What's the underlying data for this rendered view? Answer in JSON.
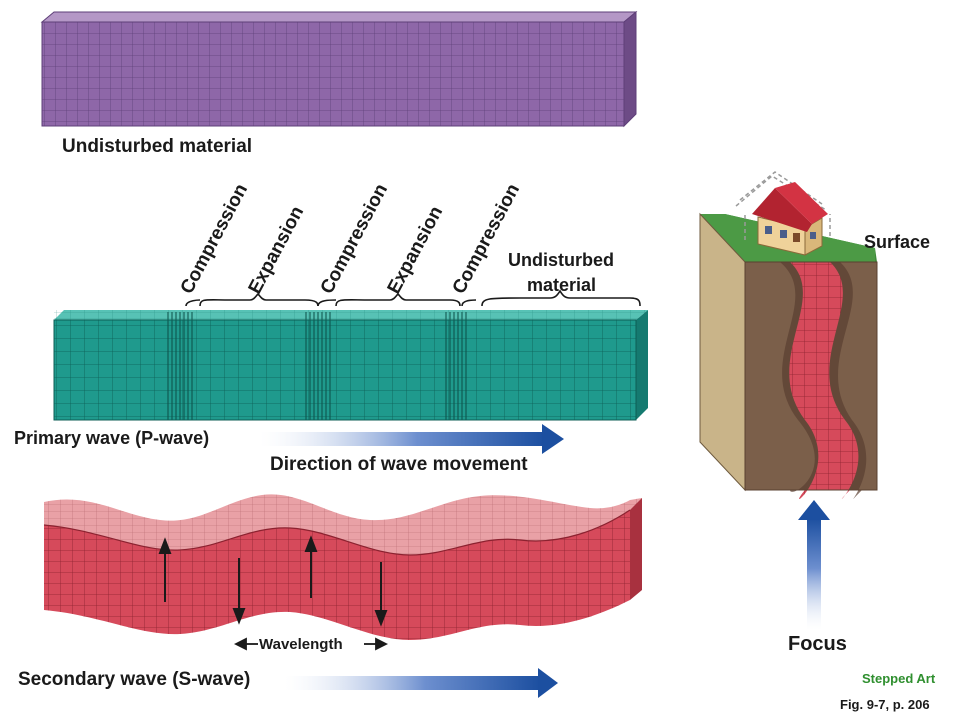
{
  "labels": {
    "undisturbed_top": "Undisturbed material",
    "compression": "Compression",
    "expansion": "Expansion",
    "undisturbed_right_line1": "Undisturbed",
    "undisturbed_right_line2": "material",
    "primary_wave": "Primary wave (P-wave)",
    "direction": "Direction of wave movement",
    "wavelength": "Wavelength",
    "secondary_wave": "Secondary wave (S-wave)",
    "surface": "Surface",
    "focus": "Focus",
    "stepped_art": "Stepped Art",
    "fig_ref": "Fig. 9-7, p. 206"
  },
  "colors": {
    "undisturbed_block": "#8e67a8",
    "p_wave_block": "#1f9a8d",
    "s_wave_front": "#d64a5b",
    "s_wave_top": "#e9a1a6",
    "earth": "#7b5f4a",
    "grass": "#3f8a3a",
    "arrow_blue": "#1c4fa0",
    "stepped_art_green": "#2f8f2f"
  },
  "icons": [
    "house-icon",
    "direction-arrow-icon",
    "focus-arrow-icon",
    "wavelength-arrow-icon"
  ]
}
